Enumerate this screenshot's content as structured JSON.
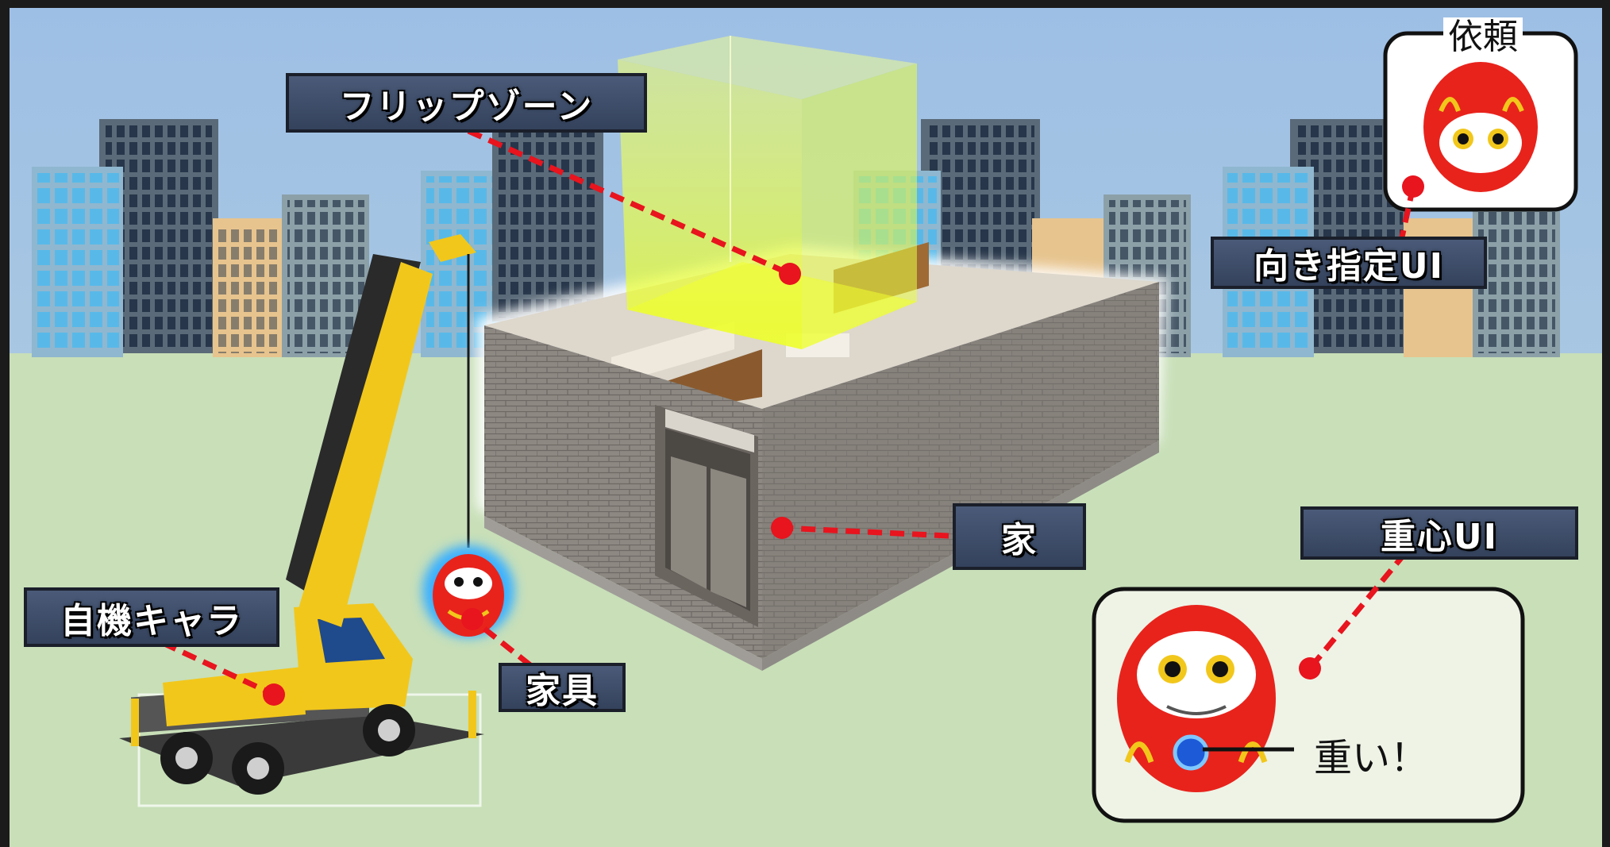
{
  "labels": {
    "flip_zone": "フリップゾーン",
    "direction_ui": "向き指定UI",
    "request": "依頼",
    "house": "家",
    "center_of_gravity_ui": "重心UI",
    "player_character": "自機キャラ",
    "furniture": "家具",
    "heavy": "重い！"
  },
  "colors": {
    "sky": "#a3c4e6",
    "ground": "#c8dfb8",
    "leader_line": "#e8141e",
    "label_bg": "#3d4a66",
    "flip_zone": "#e6ff2a",
    "daruma_red": "#e8231c",
    "crane_yellow": "#f2c71b",
    "brick": "#8a8580"
  }
}
